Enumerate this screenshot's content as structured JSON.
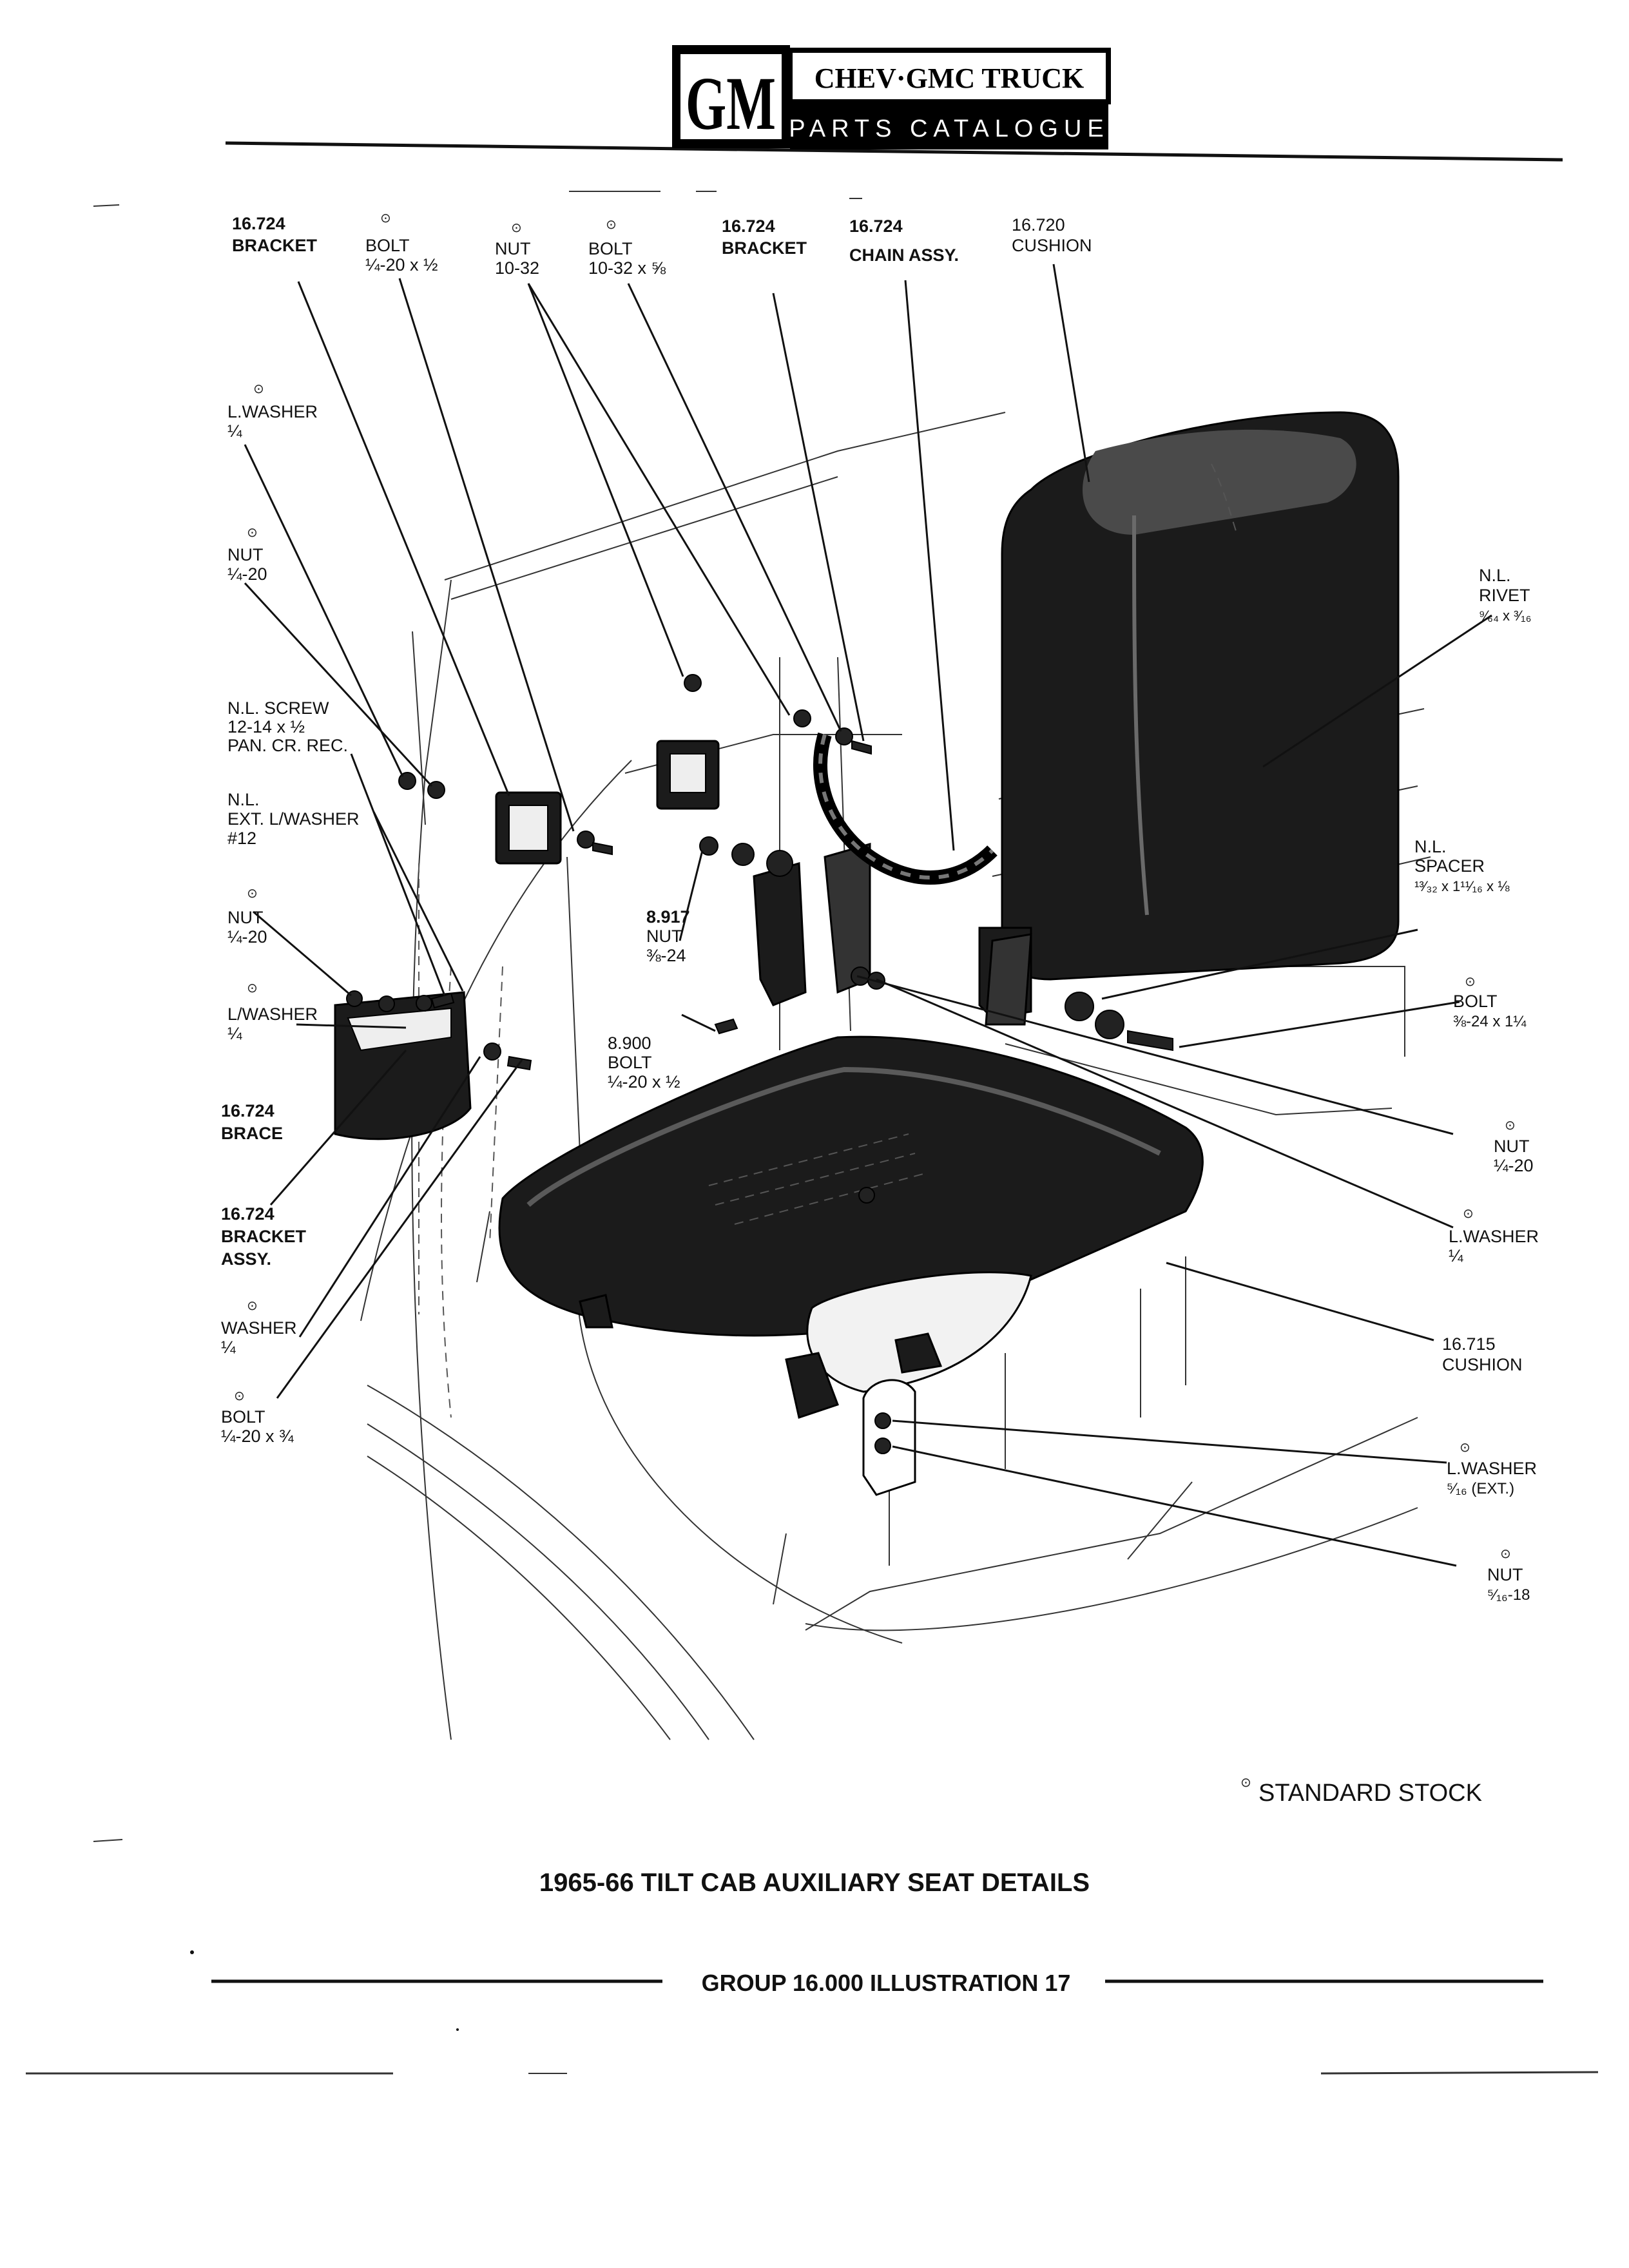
{
  "header": {
    "logo_text": "GM",
    "brand_line": "CHEV·GMC TRUCK",
    "sub_line": "PARTS CATALOGUE"
  },
  "callouts": {
    "bracket_tl": {
      "num": "16.724",
      "name": "BRACKET"
    },
    "bolt_top": {
      "mark": "⊙",
      "name": "BOLT",
      "size": "¼-20 x ½"
    },
    "nut_top": {
      "mark": "⊙",
      "name": "NUT",
      "size": "10-32"
    },
    "bolt_top2": {
      "mark": "⊙",
      "name": "BOLT",
      "size": "10-32 x ⅝"
    },
    "bracket_tm": {
      "num": "16.724",
      "name": "BRACKET"
    },
    "chain": {
      "num": "16.724",
      "name": "CHAIN ASSY."
    },
    "cushion_back": {
      "num": "16.720",
      "name": "CUSHION"
    },
    "lwasher_left": {
      "mark": "⊙",
      "name": "L.WASHER",
      "size": "¼"
    },
    "nut_left": {
      "mark": "⊙",
      "name": "NUT",
      "size": "¼-20"
    },
    "rivet": {
      "pre": "N.L.",
      "name": "RIVET",
      "size": "⁹⁄₆₄ x ³⁄₁₆"
    },
    "screw": {
      "pre": "N.L. SCREW",
      "size": "12-14 x ½",
      "extra": "PAN. CR. REC."
    },
    "ext_washer": {
      "pre": "N.L.",
      "name": "EXT. L/WASHER",
      "size": "#12"
    },
    "spacer": {
      "pre": "N.L.",
      "name": "SPACER",
      "size": "¹³⁄₃₂ x 1¹¹⁄₁₆ x ⅛"
    },
    "nut_left2": {
      "mark": "⊙",
      "name": "NUT",
      "size": "¼-20"
    },
    "nut_center": {
      "num": "8.917",
      "name": "NUT",
      "size": "⅜-24"
    },
    "bolt_right": {
      "mark": "⊙",
      "name": "BOLT",
      "size": "⅜-24 x 1¼"
    },
    "lwasher_left2": {
      "mark": "⊙",
      "name": "L/WASHER",
      "size": "¼"
    },
    "bolt_center": {
      "num": "8.900",
      "name": "BOLT",
      "size": "¼-20 x ½"
    },
    "brace": {
      "num": "16.724",
      "name": "BRACE"
    },
    "nut_right": {
      "mark": "⊙",
      "name": "NUT",
      "size": "¼-20"
    },
    "bracket_assy": {
      "num": "16.724",
      "name": "BRACKET",
      "name2": "ASSY."
    },
    "lwasher_right": {
      "mark": "⊙",
      "name": "L.WASHER",
      "size": "¼"
    },
    "washer_left": {
      "mark": "⊙",
      "name": "WASHER",
      "size": "¼"
    },
    "cushion_seat": {
      "num": "16.715",
      "name": "CUSHION"
    },
    "bolt_bottom": {
      "mark": "⊙",
      "name": "BOLT",
      "size": "¼-20 x ¾"
    },
    "lwasher_ext": {
      "mark": "⊙",
      "name": "L.WASHER",
      "size": "⁵⁄₁₆ (EXT.)"
    },
    "nut_bottom": {
      "mark": "⊙",
      "name": "NUT",
      "size": "⁵⁄₁₆-18"
    }
  },
  "legend": {
    "mark": "⊙",
    "text": "STANDARD STOCK"
  },
  "footer": {
    "title": "1965-66 TILT CAB AUXILIARY SEAT DETAILS",
    "group": "GROUP 16.000 ILLUSTRATION 17"
  }
}
